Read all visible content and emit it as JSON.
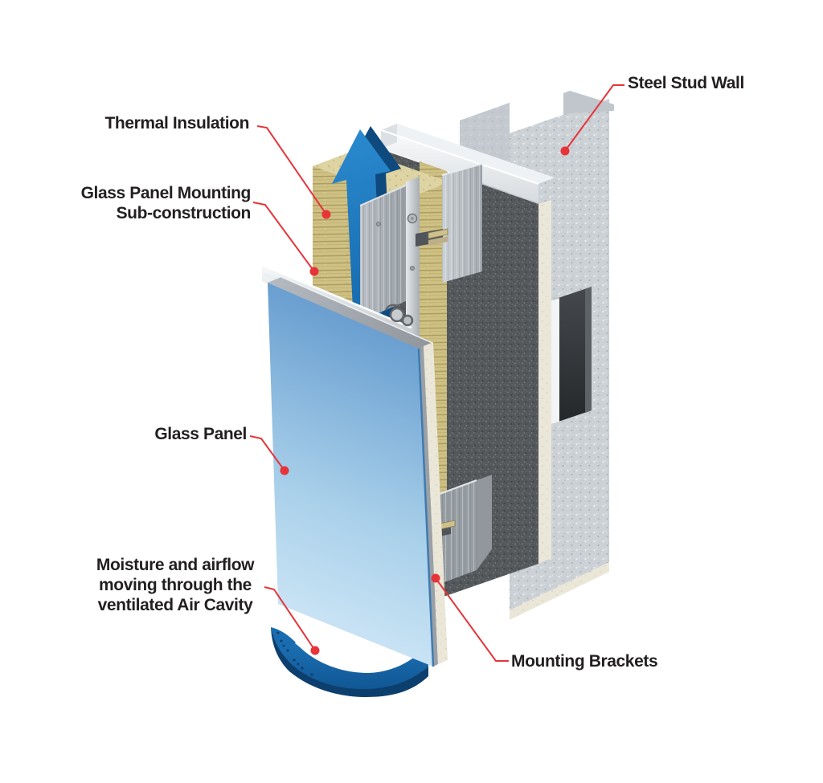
{
  "labels": {
    "thermal_insulation": "Thermal Insulation",
    "glass_panel_mounting_line1": "Glass Panel Mounting",
    "glass_panel_mounting_line2": "Sub-construction",
    "steel_stud_wall": "Steel Stud Wall",
    "glass_panel": "Glass Panel",
    "moisture_line1": "Moisture and airflow",
    "moisture_line2": "moving through the",
    "moisture_line3": "ventilated Air Cavity",
    "mounting_brackets": "Mounting Brackets"
  },
  "colors": {
    "leader_red": "#e63439",
    "label_text": "#231f20",
    "glass_blue_light": "#dbeefa",
    "glass_blue_dark": "#4b87be",
    "arrow_blue": "#1a72b8",
    "arrow_blue_dark": "#0f4a7e",
    "insulation_tan": "#cfc084",
    "sheathing_dark_gray": "#54585b",
    "stud_light_gray": "#ccd1d6",
    "panel_edge_cream": "#ebe7d8",
    "aluminum": "#c6cbd0"
  }
}
